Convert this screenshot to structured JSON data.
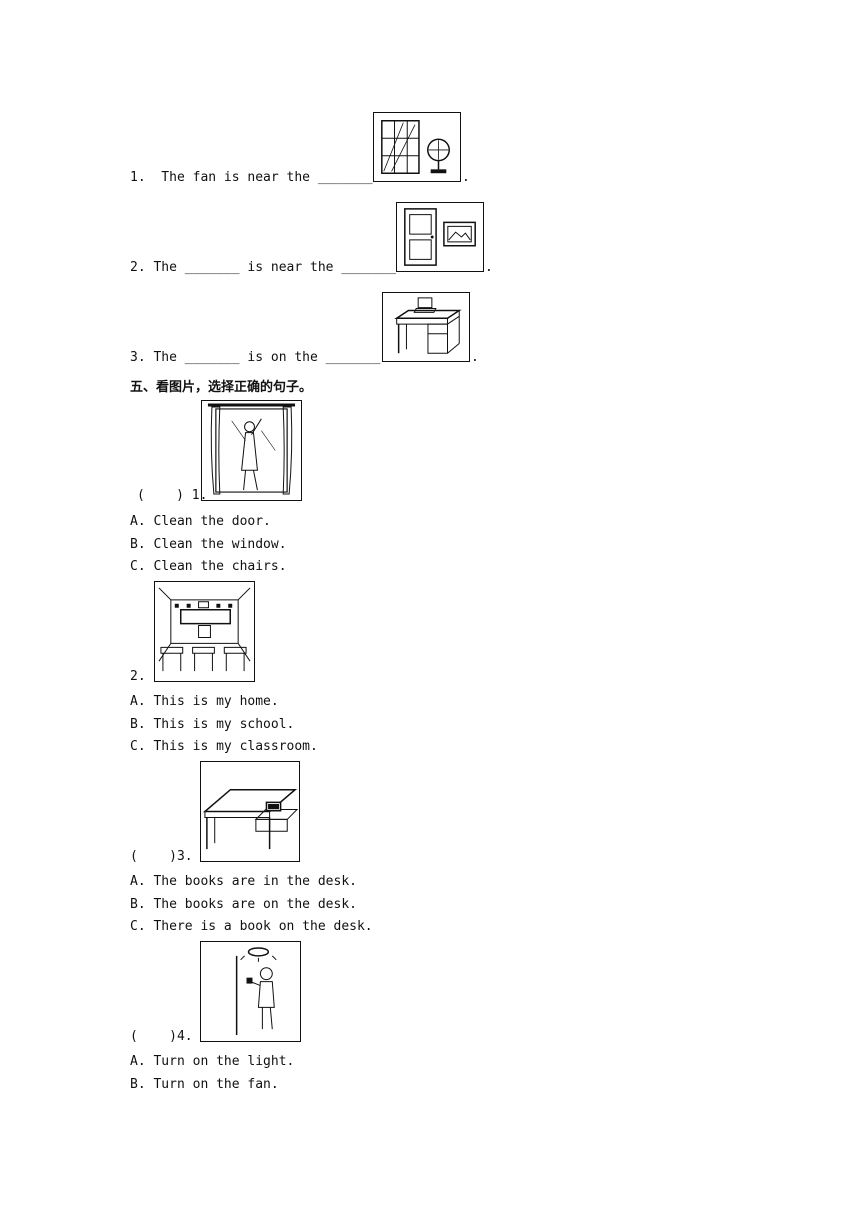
{
  "fill_section": {
    "items": [
      {
        "text": "1.  The fan is near the _______",
        "end": "."
      },
      {
        "text": "2. The _______ is near the _______",
        "end": "."
      },
      {
        "text": "3. The _______ is on the _______",
        "end": "."
      }
    ]
  },
  "section5": {
    "heading": "五、看图片，选择正确的句子。",
    "questions": [
      {
        "prefix": "(    ) 1.",
        "options": [
          "A. Clean the door.",
          "B. Clean the window.",
          "C. Clean the chairs."
        ]
      },
      {
        "prefix": "2.",
        "options": [
          "A. This is my home.",
          "B. This is my school.",
          "C. This is my classroom."
        ]
      },
      {
        "prefix": "(    )3.",
        "options": [
          "A. The books are in the desk.",
          "B. The books are on the desk.",
          "C. There is a book on the desk."
        ]
      },
      {
        "prefix": "(    )4.",
        "options": [
          "A. Turn on the light.",
          "B. Turn on the fan."
        ]
      }
    ]
  }
}
